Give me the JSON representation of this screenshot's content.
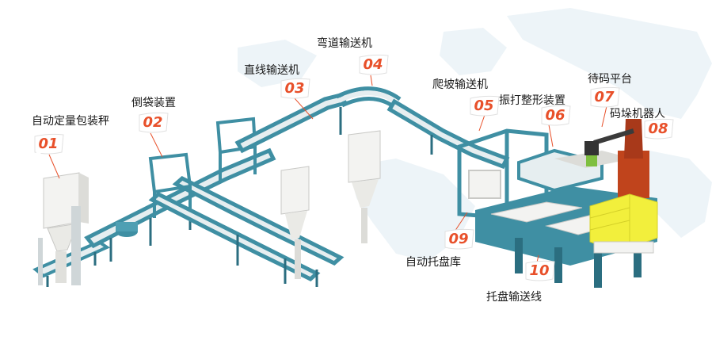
{
  "colors": {
    "conveyor": "#3f8fa3",
    "conveyor_dark": "#2b6e80",
    "belt": "#e6eef0",
    "machine": "#f3f3f1",
    "robot": "#c0441c",
    "bags": "#f2ef3c",
    "tag_text": "#e8502a",
    "map": "#edf4f8"
  },
  "stations": [
    {
      "number": "01",
      "name": "自动定量包装秤"
    },
    {
      "number": "02",
      "name": "倒袋装置"
    },
    {
      "number": "03",
      "name": "直线输送机"
    },
    {
      "number": "04",
      "name": "弯道输送机"
    },
    {
      "number": "05",
      "name": "爬坡输送机"
    },
    {
      "number": "06",
      "name": "振打整形装置"
    },
    {
      "number": "07",
      "name": "待码平台"
    },
    {
      "number": "08",
      "name": "码垛机器人"
    },
    {
      "number": "09",
      "name": "自动托盘库"
    },
    {
      "number": "10",
      "name": "托盘输送线"
    }
  ]
}
